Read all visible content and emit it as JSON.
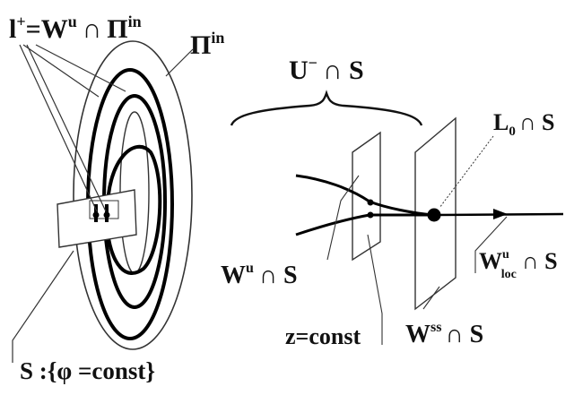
{
  "labels": {
    "l_plus_prefix": "l",
    "l_plus_sup": "+",
    "l_plus_eq": "=W",
    "l_plus_u": "u",
    "l_plus_cap": "∩",
    "pi": "Π",
    "pi_sup": "in",
    "pi_in_base": "Π",
    "pi_in_sup": "in",
    "u_minus_base": "U",
    "u_minus_sup": "−",
    "u_minus_rest": "∩ S",
    "l0_base": "L",
    "l0_sub": "0",
    "l0_rest": "∩ S",
    "wu_base": "W",
    "wu_sup": "u",
    "wu_rest": "∩ S",
    "wloc_base": "W",
    "wloc_sup": "u",
    "wloc_sub": "loc",
    "wloc_rest": "∩ S",
    "wss_base": "W",
    "wss_sup": "ss",
    "wss_rest": "∩ S",
    "zconst": "z=const",
    "s_def": "S :{φ =const}"
  }
}
